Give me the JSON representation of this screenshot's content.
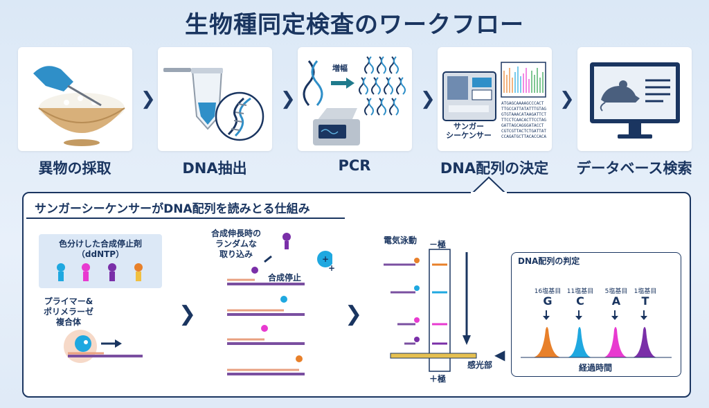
{
  "title": "生物種同定検査のワークフロー",
  "steps": [
    {
      "label": "異物の採取"
    },
    {
      "label": "DNA抽出"
    },
    {
      "label": "PCR"
    },
    {
      "label": "DNA配列の決定"
    },
    {
      "label": "データベース検索"
    }
  ],
  "pcr": {
    "amplify_label": "増幅"
  },
  "sequencer": {
    "name_line1": "サンガー",
    "name_line2": "シーケンサー",
    "sequence_lines": [
      "ATGAGCAAAAGCCCACT",
      "TTGCCATTATATTTGTAG",
      "GTGTAAACATAAGATTCT",
      "TTCCTCAACACTTCCTAG",
      "GATTAGCAGGGATACCT",
      "CGTCGTTACTCTGATTAT",
      "CCAGATGCTTACACCACA"
    ]
  },
  "panel": {
    "title": "サンガーシーケンサーがDNA配列を読みとる仕組み",
    "ddntp_title": "色分けした合成停止剤",
    "ddntp_sub": "（ddNTP）",
    "complex_line1": "プライマー&",
    "complex_line2": "ポリメラーゼ",
    "complex_line3": "複合体",
    "random_line1": "合成伸長時の",
    "random_line2": "ランダムな",
    "random_line3": "取り込み",
    "stop_label": "合成停止",
    "electro_label": "電気泳動",
    "minus_pole": "－極",
    "plus_pole": "＋極",
    "detector_label": "感光部",
    "plus_symbol": "+",
    "plus_symbol2": "+"
  },
  "determination": {
    "title": "DNA配列の判定",
    "xlabel": "経過時間",
    "peaks": [
      {
        "position": "16塩基目",
        "base": "G",
        "color": "#e8802a"
      },
      {
        "position": "11塩基目",
        "base": "C",
        "color": "#1fa8e0"
      },
      {
        "position": "5塩基目",
        "base": "A",
        "color": "#e83ad0"
      },
      {
        "position": "1塩基目",
        "base": "T",
        "color": "#7a2fa8"
      }
    ]
  },
  "colors": {
    "navy": "#1a3560",
    "orange": "#e8802a",
    "cyan": "#1fa8e0",
    "magenta": "#e83ad0",
    "purple": "#7a2fa8"
  }
}
